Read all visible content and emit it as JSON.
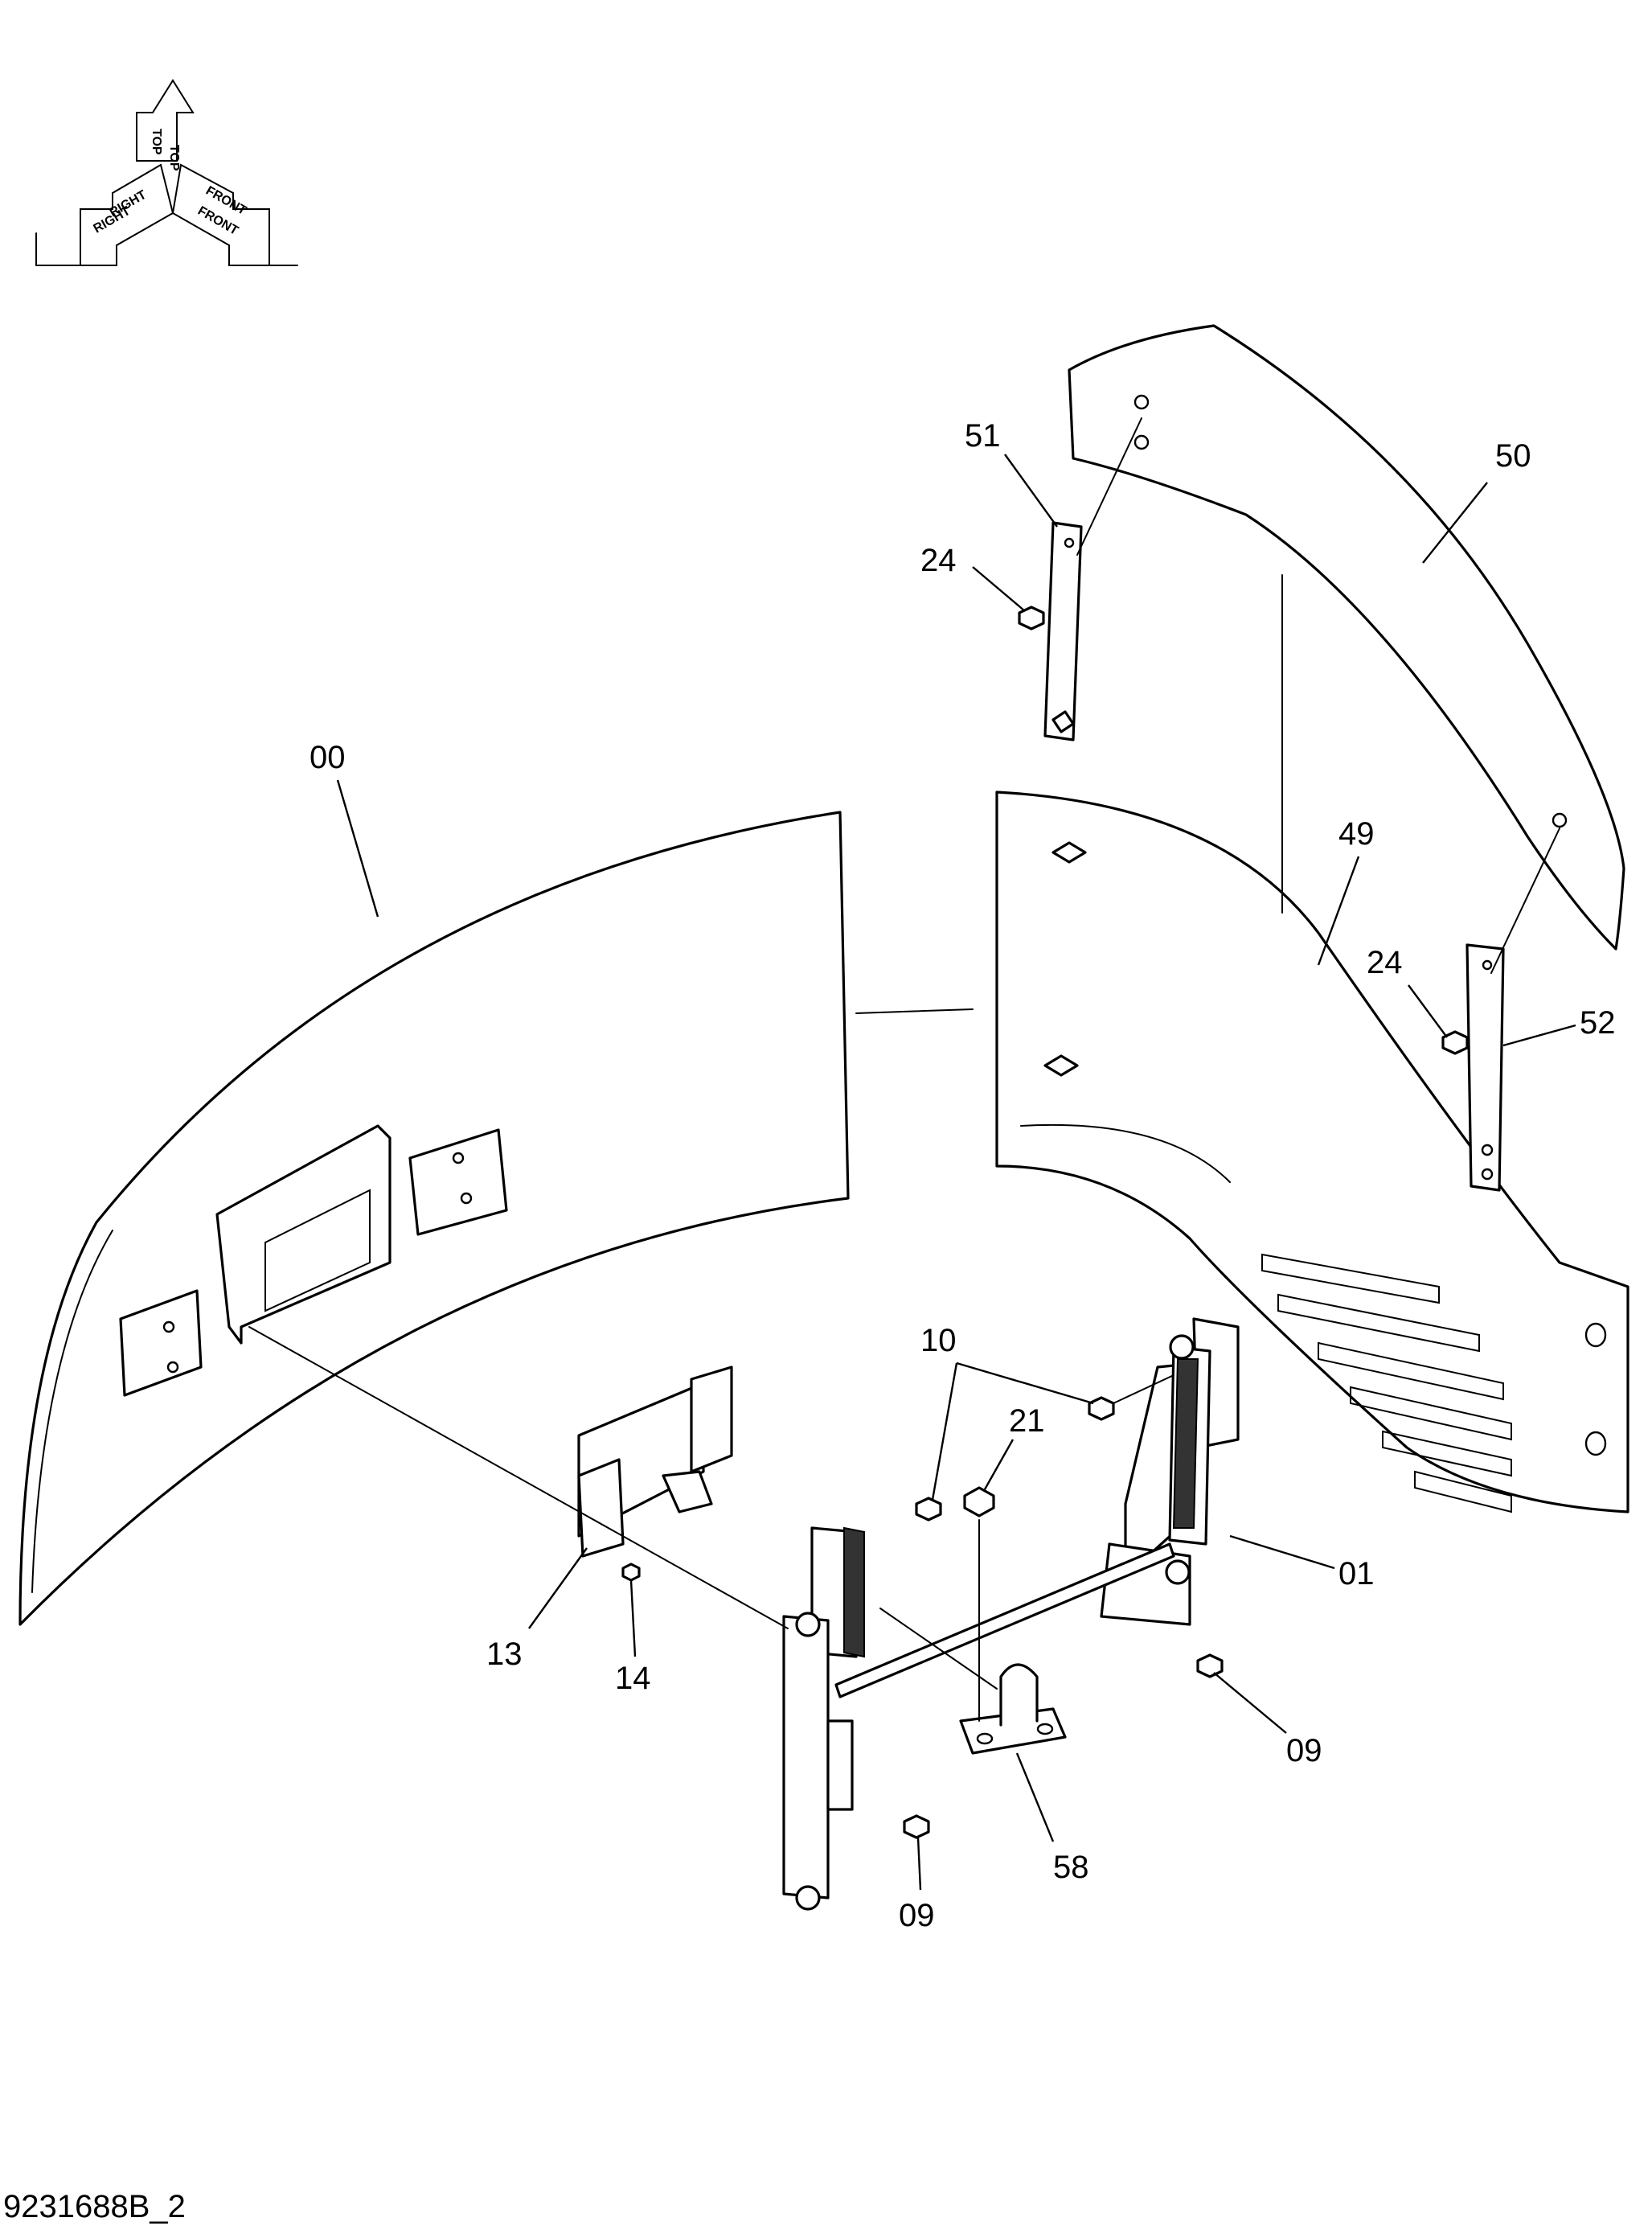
{
  "drawing_number": "9231688B_2",
  "orientation": {
    "top": "TOP",
    "right": "RIGHT",
    "front": "FRONT",
    "top_inner": "TOP",
    "right_inner": "RIGHT",
    "front_inner": "FRONT"
  },
  "callouts": {
    "c00": "00",
    "c01": "01",
    "c09a": "09",
    "c09b": "09",
    "c10": "10",
    "c13": "13",
    "c14": "14",
    "c21": "21",
    "c24a": "24",
    "c24b": "24",
    "c49": "49",
    "c50": "50",
    "c51": "51",
    "c52": "52",
    "c58": "58"
  }
}
